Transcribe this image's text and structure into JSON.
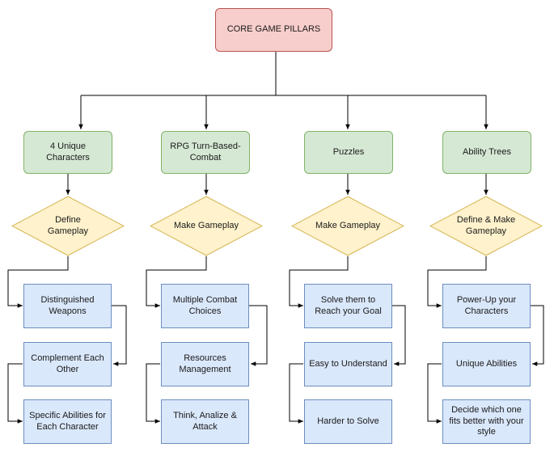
{
  "root": {
    "label": "CORE GAME PILLARS"
  },
  "columns": [
    {
      "pillar": "4 Unique Characters",
      "decision": "Define Gameplay",
      "items": [
        "Distinguished Weapons",
        "Complement Each Other",
        "Specific Abilities for Each Character"
      ]
    },
    {
      "pillar": "RPG Turn-Based-Combat",
      "decision": "Make Gameplay",
      "items": [
        "Multiple Combat Choices",
        "Resources Management",
        "Think, Analize & Attack"
      ]
    },
    {
      "pillar": "Puzzles",
      "decision": "Make Gameplay",
      "items": [
        "Solve them to Reach your Goal",
        "Easy to Understand",
        "Harder to Solve"
      ]
    },
    {
      "pillar": "Ability Trees",
      "decision": "Define & Make Gameplay",
      "items": [
        "Power-Up your Characters",
        "Unique Abilities",
        "Decide which one fits better with your style"
      ]
    }
  ],
  "colors": {
    "root_fill": "#f8cecc",
    "root_stroke": "#b85450",
    "pillar_fill": "#d5e8d4",
    "pillar_stroke": "#82b366",
    "decision_fill": "#fff2cc",
    "decision_stroke": "#d6b656",
    "item_fill": "#dae8fc",
    "item_stroke": "#6c8ebf",
    "edge": "#000000"
  }
}
